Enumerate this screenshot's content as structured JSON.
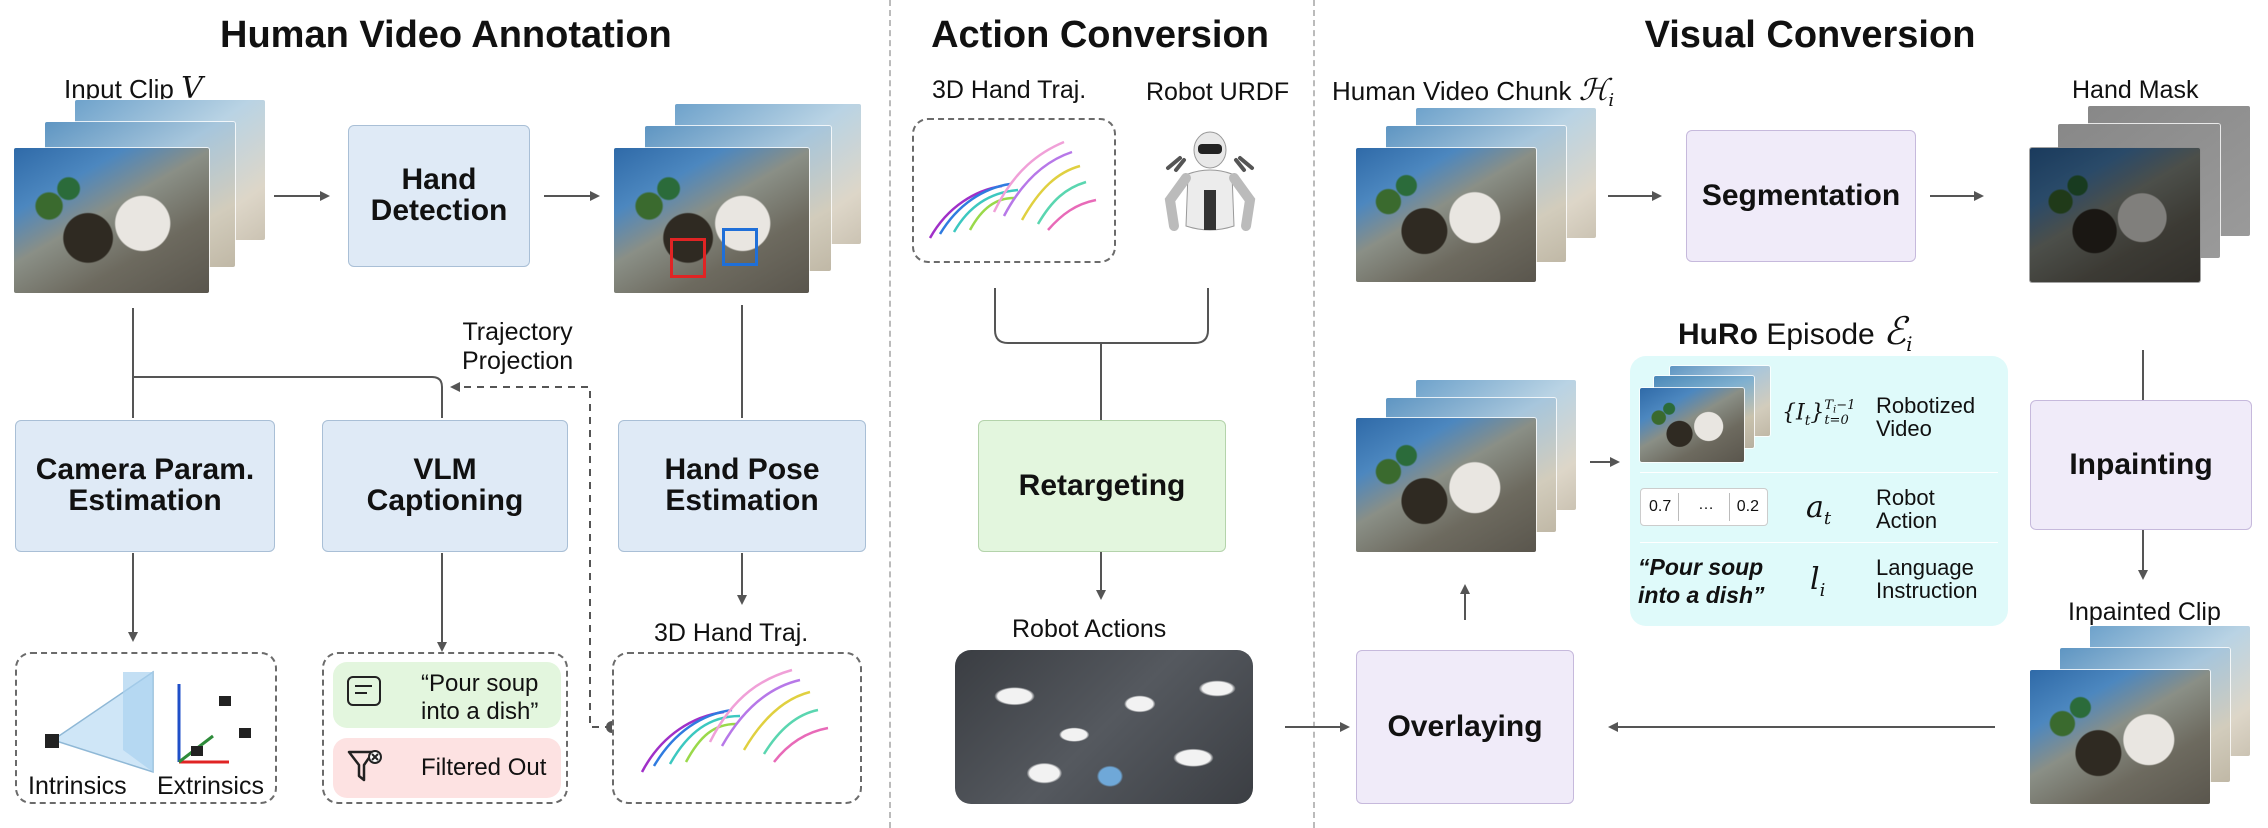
{
  "sections": {
    "human_video_annotation": "Human Video Annotation",
    "action_conversion": "Action Conversion",
    "visual_conversion": "Visual Conversion"
  },
  "labels": {
    "input_clip": "Input Clip",
    "input_clip_var": "V",
    "trajectory_projection_1": "Trajectory",
    "trajectory_projection_2": "Projection",
    "hand_traj_top": "3D Hand Traj.",
    "robot_urdf": "Robot URDF",
    "hand_traj_bottom": "3D Hand Traj.",
    "robot_actions": "Robot Actions",
    "human_video_chunk": "Human Video Chunk",
    "human_video_chunk_var": "ℋ",
    "human_video_chunk_sub": "i",
    "hand_mask": "Hand Mask",
    "inpainted_clip": "Inpainted Clip",
    "intrinsics": "Intrinsics",
    "extrinsics": "Extrinsics",
    "caption_text_1": "“Pour soup",
    "caption_text_2": "into a dish”",
    "filtered_out": "Filtered Out"
  },
  "boxes": {
    "hand_detection_1": "Hand",
    "hand_detection_2": "Detection",
    "camera_param_1": "Camera Param.",
    "camera_param_2": "Estimation",
    "vlm_captioning_1": "VLM",
    "vlm_captioning_2": "Captioning",
    "hand_pose_1": "Hand Pose",
    "hand_pose_2": "Estimation",
    "retargeting": "Retargeting",
    "segmentation": "Segmentation",
    "inpainting": "Inpainting",
    "overlaying": "Overlaying"
  },
  "episode": {
    "brand": "HuRo",
    "title": "Episode",
    "var": "ℰ",
    "sub": "i",
    "rows": [
      {
        "symbol": "{I_t}_{t=0}^{T_i-1}",
        "symbol_main": "{I",
        "symbol_t": "t",
        "symbol_close": "}",
        "symbol_sup": "T",
        "symbol_sup_i": "i",
        "symbol_sup_rest": "−1",
        "symbol_sub": "t=0",
        "label_1": "Robotized",
        "label_2": "Video"
      },
      {
        "symbol_main": "a",
        "symbol_sub": "t",
        "label_1": "Robot",
        "label_2": "Action",
        "action_values": [
          "0.7",
          "…",
          "0.2"
        ]
      },
      {
        "symbol_main": "l",
        "symbol_sub": "i",
        "label_1": "Language",
        "label_2": "Instruction",
        "quote_1": "“Pour soup",
        "quote_2": "into a dish”"
      }
    ]
  },
  "colors": {
    "blue_box": "#dfeaf6",
    "green_box": "#e3f6de",
    "purple_box": "#f0ebf9",
    "episode_bg": "#dffafa",
    "bbox_red": "#e02424",
    "bbox_blue": "#1f6fd8",
    "caption_green": "#e3f6de",
    "filtered_red": "#fde2e2"
  }
}
